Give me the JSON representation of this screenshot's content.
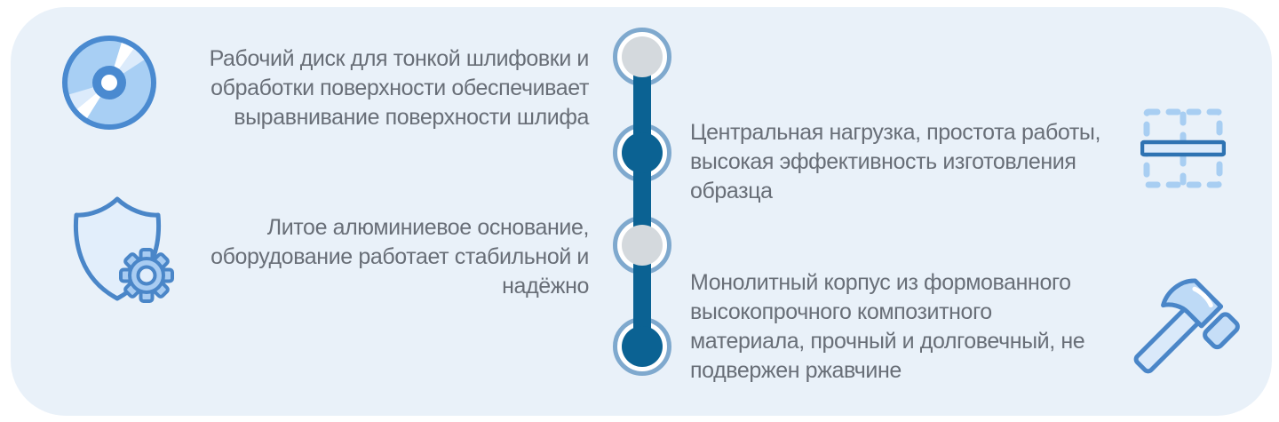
{
  "card": {
    "background": "#e9f1f9"
  },
  "palette": {
    "timeline_dark": "#0b6293",
    "timeline_ring": "#7fa9ce",
    "timeline_gray_node": "#d4d9dd",
    "icon_outline_blue": "#4a86c8",
    "icon_fill_blue": "#a8cff4",
    "icon_fill_pale": "#dcebfb",
    "text_gray": "#686e77"
  },
  "features": [
    {
      "icon": "disc-icon",
      "align": "right",
      "text": "Рабочий диск для тонкой шлифовки и\nобработки поверхности обеспечивает\nвыравнивание поверхности шлифа"
    },
    {
      "icon": "table-icon",
      "align": "left",
      "text": "Центральная нагрузка, простота работы,\nвысокая эффективность изготовления\nобразца"
    },
    {
      "icon": "shield-gear-icon",
      "align": "right",
      "text": "Литое алюминиевое основание,\nоборудование работает стабильной и\nнадёжно"
    },
    {
      "icon": "hammer-icon",
      "align": "left",
      "text": "Монолитный корпус из формованного\nвысокопрочного композитного\nматериала, прочный и долговечный, не\nподвержен ржавчине"
    }
  ],
  "timeline": {
    "node_styles": [
      "gray",
      "dark",
      "gray",
      "dark"
    ]
  }
}
